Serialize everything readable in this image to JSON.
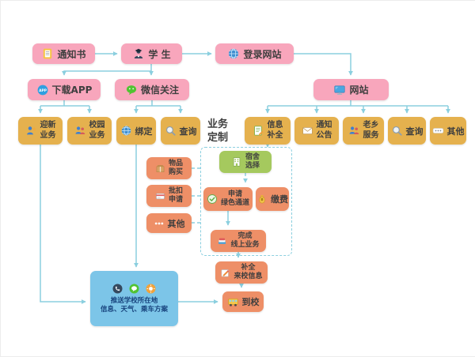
{
  "colors": {
    "pink": "#f8a6bc",
    "gold": "#e5b14e",
    "orange": "#ee8f67",
    "green": "#a5c95e",
    "blue": "#7cc5e8",
    "arrow": "#8bcfdf",
    "text": "#3f3f3f",
    "blue-text": "#17437d"
  },
  "nodes": {
    "notice": {
      "label": "通知书",
      "icon": "document-icon"
    },
    "student": {
      "label": "学 生",
      "icon": "student-icon"
    },
    "login": {
      "label": "登录网站",
      "icon": "globe-icon"
    },
    "download_app": {
      "label": "下载APP",
      "icon": "app-icon"
    },
    "wechat_follow": {
      "label": "微信关注",
      "icon": "wechat-icon"
    },
    "website": {
      "label": "网站",
      "icon": "monitor-icon"
    },
    "orientation": {
      "line1": "迎新",
      "line2": "业务",
      "icon": "new-student-icon"
    },
    "campus": {
      "line1": "校园",
      "line2": "业务",
      "icon": "campus-people-icon"
    },
    "bind": {
      "label": "绑定",
      "icon": "globe-icon"
    },
    "wechat_query": {
      "label": "查询",
      "icon": "search-icon"
    },
    "customize": {
      "line1": "业务",
      "line2": "定制"
    },
    "info_complete": {
      "line1": "信息",
      "line2": "补全",
      "icon": "form-pencil-icon"
    },
    "announcement": {
      "line1": "通知",
      "line2": "公告",
      "icon": "mail-icon"
    },
    "fellow_service": {
      "line1": "老乡",
      "line2": "服务",
      "icon": "people-icon"
    },
    "site_query": {
      "label": "查询",
      "icon": "search-icon"
    },
    "site_other": {
      "label": "其他",
      "icon": "ellipsis-icon"
    },
    "goods_purchase": {
      "line1": "物品",
      "line2": "购买",
      "icon": "parcel-icon"
    },
    "batch_deduction": {
      "line1": "批扣",
      "line2": "申请",
      "icon": "bank-card-icon"
    },
    "left_other": {
      "label": "其他",
      "icon": "three-circles-icon"
    },
    "dorm_selection": {
      "line1": "宿舍",
      "line2": "选择",
      "icon": "dorm-building-icon"
    },
    "green_channel": {
      "line1": "申请",
      "line2": "绿色通道",
      "icon": "green-check-icon"
    },
    "payment": {
      "label": "缴费",
      "icon": "money-bag-icon"
    },
    "complete_online": {
      "line1": "完成",
      "line2": "线上业务",
      "icon": "stack-icon"
    },
    "fill_arrival_info": {
      "line1": "补全",
      "line2": "来校信息",
      "icon": "pencil-note-icon"
    },
    "arrive": {
      "label": "到校",
      "icon": "bus-icon"
    },
    "push_info": {
      "line1": "推送学校所在地",
      "line2": "信息、天气、乘车方案",
      "icons": [
        "phone-icon",
        "wechat-icon",
        "weather-icon"
      ]
    }
  }
}
